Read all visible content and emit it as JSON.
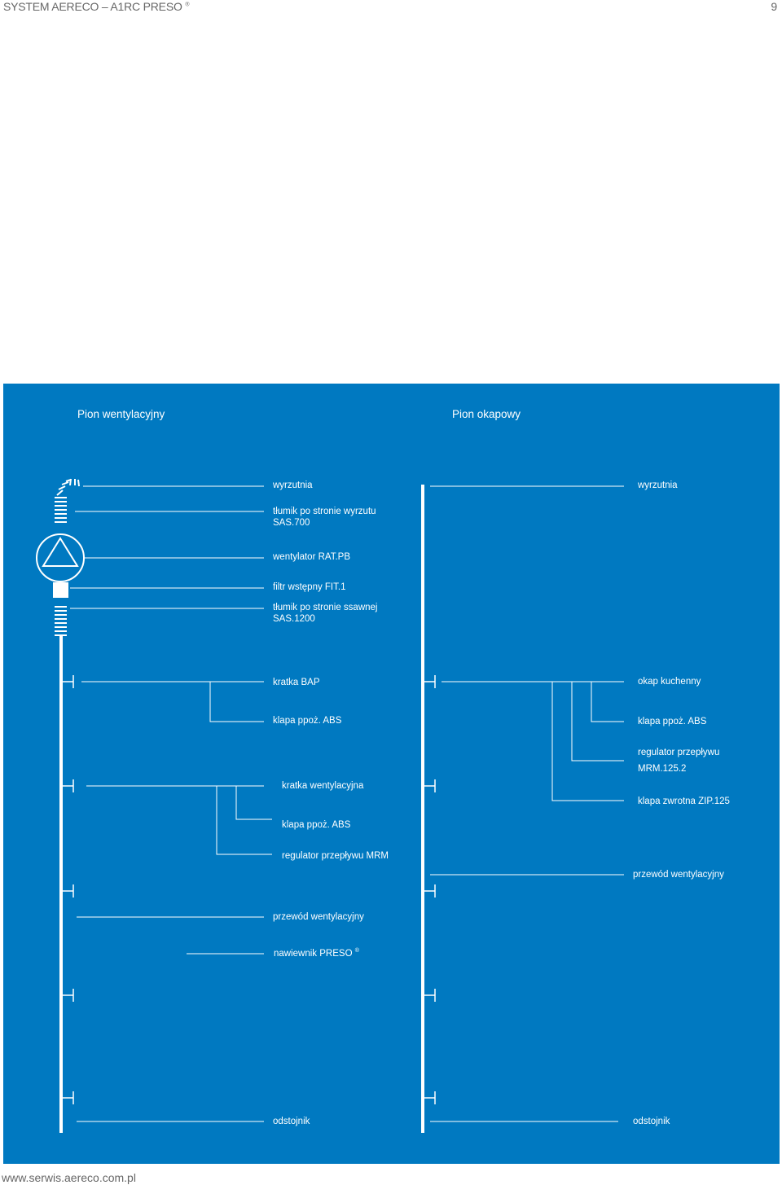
{
  "header": {
    "title": "SYSTEM AERECO – A1RC PRESO",
    "title_mark": "®",
    "page_number": "9"
  },
  "footer": {
    "url": "www.serwis.aereco.com.pl"
  },
  "colors": {
    "panel": "#0079c1",
    "lines": "#ffffff",
    "header_text": "#666666"
  },
  "columns": {
    "left_title": "Pion wentylacyjny",
    "right_title": "Pion okapowy"
  },
  "left_labels": {
    "wyrzutnia": "wyrzutnia",
    "tlumik_wyrzutu": "tłumik po stronie wyrzutu",
    "tlumik_wyrzutu_code": "SAS.700",
    "wentylator": "wentylator RAT.PB",
    "filtr": "filtr wstępny FIT.1",
    "tlumik_ssawnej": "tłumik po stronie ssawnej",
    "tlumik_ssawnej_code": "SAS.1200",
    "kratka_bap": "kratka BAP",
    "klapa_1": "klapa ppoż. ABS",
    "kratka_went": "kratka wentylacyjna",
    "klapa_2": "klapa ppoż. ABS",
    "regulator_mrm": "regulator przepływu MRM",
    "przewod": "przewód wentylacyjny",
    "nawiewnik": "nawiewnik PRESO",
    "nawiewnik_mark": "®",
    "odstojnik": "odstojnik"
  },
  "right_labels": {
    "wyrzutnia": "wyrzutnia",
    "okap": "okap kuchenny",
    "klapa": "klapa ppoż. ABS",
    "regulator": "regulator przepływu",
    "regulator_code": "MRM.125.2",
    "klapa_zwrotna": "klapa zwrotna ZIP.125",
    "przewod": "przewód wentylacyjny",
    "odstojnik": "odstojnik"
  }
}
